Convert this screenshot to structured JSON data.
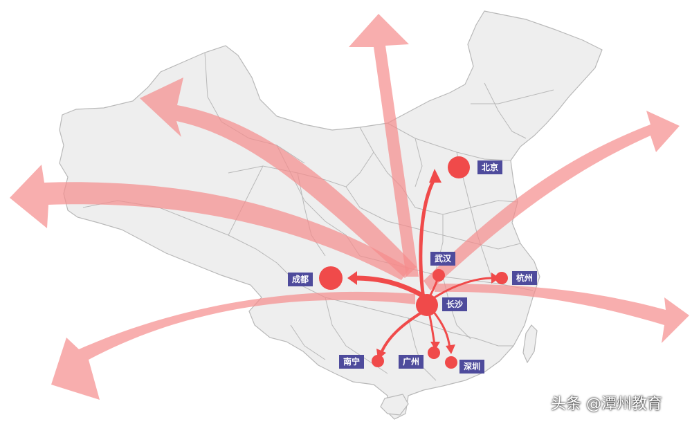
{
  "colors": {
    "land": "#eeeeee",
    "border": "#b8b8b8",
    "arrow_far": "#f58c8c",
    "arrow_near": "#f04a4a",
    "city_dot": "#f04a4a",
    "label_bg": "#4e4b9c"
  },
  "cities": {
    "changsha": "长沙",
    "wuhan": "武汉",
    "beijing": "北京",
    "chengdu": "成都",
    "hangzhou": "杭州",
    "nanning": "南宁",
    "guangzhou": "广州",
    "shenzhen": "深圳"
  },
  "watermark": "头条 @潭州教育"
}
